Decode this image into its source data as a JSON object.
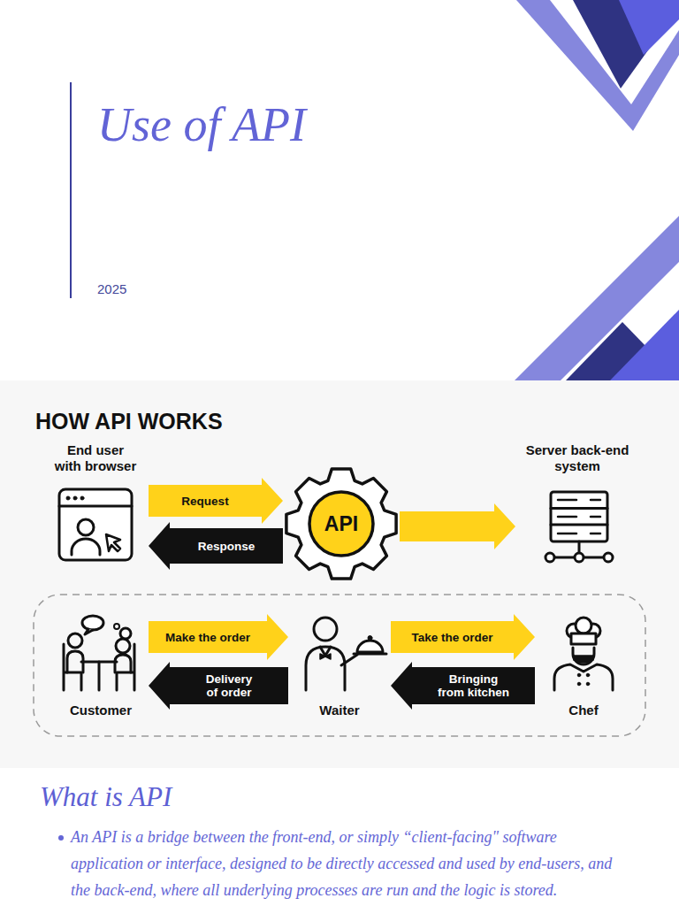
{
  "diagram": {
    "title": "Use of API",
    "nodes": [
      {
        "text": [
          "End user with browser"
        ]
      },
      {
        "text": [
          "API"
        ]
      },
      {
        "text": [
          "Server back-end system"
        ]
      },
      {
        "text": [
          "Customer"
        ]
      },
      {
        "text": [
          "Waiter"
        ]
      },
      {
        "text": [
          "Chef"
        ]
      }
    ],
    "edges": [
      {
        "from": 0,
        "to": 1,
        "label": "Request",
        "arrow": "to"
      },
      {
        "from": 1,
        "to": 0,
        "label": "Response",
        "arrow": "to"
      },
      {
        "from": 1,
        "to": 2,
        "arrow": "to"
      },
      {
        "from": 3,
        "to": 4,
        "label": "Make the order",
        "arrow": "to"
      },
      {
        "from": 4,
        "to": 3,
        "label": "Delivery of order",
        "arrow": "to"
      },
      {
        "from": 4,
        "to": 5,
        "label": "Take the order",
        "arrow": "to"
      },
      {
        "from": 5,
        "to": 4,
        "label": "Bringing from kitchen",
        "arrow": "to"
      }
    ],
    "labels": [
      "2025",
      "HOW API WORKS",
      "What is API",
      "An API is a bridge between the front-end, or simply “client-facing\" software application or interface, designed to be directly accessed and used by end-users, and the back-end, where all underlying processes are run and the logic is stored."
    ]
  }
}
